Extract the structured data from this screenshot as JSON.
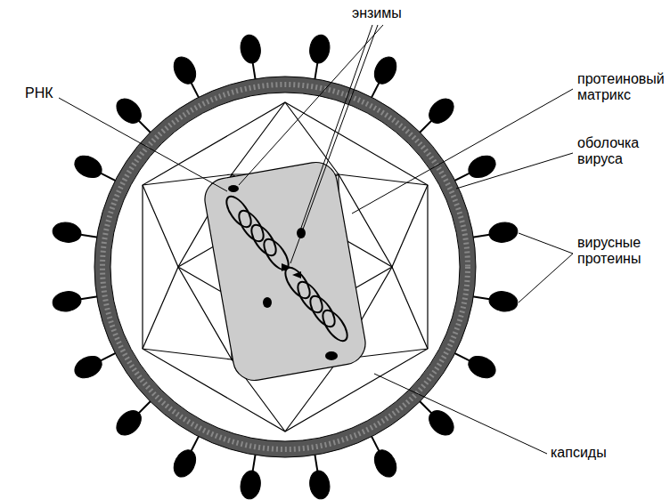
{
  "diagram": {
    "labels": [
      "энзимы",
      "РНК",
      "протеиновый матрикс",
      "оболочка вируса",
      "вирусные протеины",
      "капсиды"
    ]
  }
}
